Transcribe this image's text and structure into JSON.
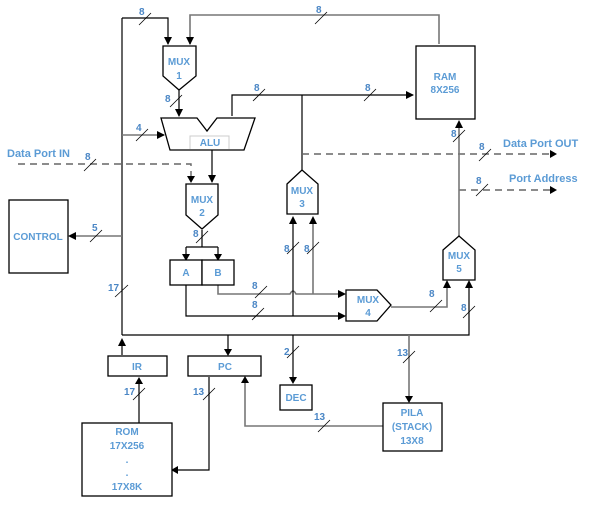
{
  "blocks": {
    "mux1": {
      "line1": "MUX",
      "line2": "1"
    },
    "mux2": {
      "line1": "MUX",
      "line2": "2"
    },
    "mux3": {
      "line1": "MUX",
      "line2": "3"
    },
    "mux4": {
      "line1": "MUX",
      "line2": "4"
    },
    "mux5": {
      "line1": "MUX",
      "line2": "5"
    },
    "alu": "ALU",
    "ram": {
      "line1": "RAM",
      "line2": "8X256"
    },
    "control": "CONTROL",
    "reg_a": "A",
    "reg_b": "B",
    "ir": "IR",
    "pc": "PC",
    "dec": "DEC",
    "rom": {
      "line1": "ROM",
      "line2": "17X256",
      "line3": ".",
      "line4": ".",
      "line5": "17X8K"
    },
    "stack": {
      "line1": "PILA",
      "line2": "(STACK)",
      "line3": "13X8"
    }
  },
  "ports": {
    "data_in": "Data Port IN",
    "data_out": "Data Port OUT",
    "address": "Port Address"
  },
  "bus_widths": {
    "top_left": "8",
    "top_right": "8",
    "mux1_out": "8",
    "alu_in_left": "4",
    "alu_out_left": "8",
    "alu_out_right": "8",
    "data_in": "8",
    "mux2_out": "8",
    "control": "5",
    "ir_bus": "17",
    "mux3_in_left": "8",
    "mux3_in_right": "8",
    "b_to_mux4": "8",
    "a_to_mux4": "8",
    "mux4_out": "8",
    "bus_to_mux5": "8",
    "ram_in": "8",
    "data_out": "8",
    "address": "8",
    "dec": "2",
    "stack_in": "13",
    "pc_to_rom": "13",
    "rom_to_ir": "17",
    "stack_to_pc": "13"
  }
}
